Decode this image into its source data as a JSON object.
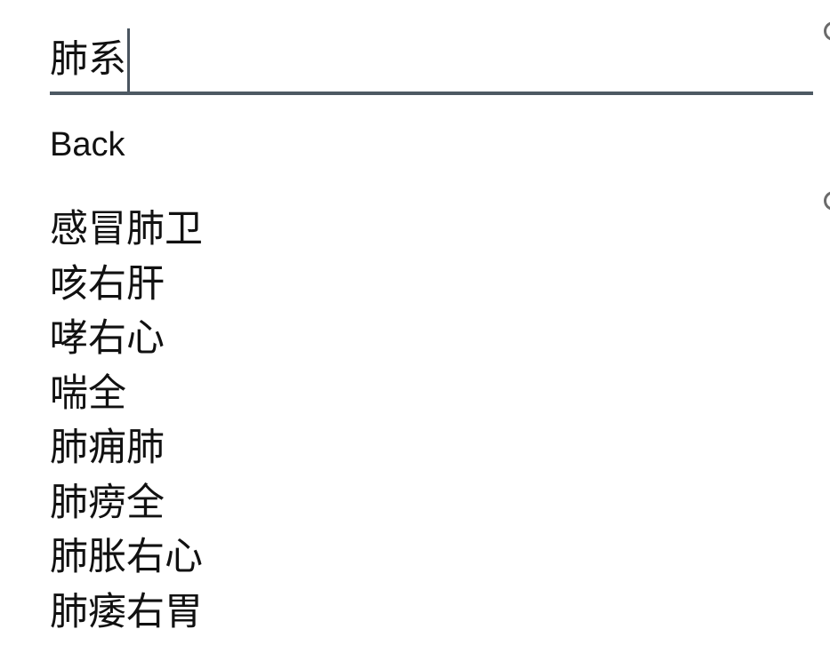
{
  "search": {
    "value": "肺系"
  },
  "back_label": "Back",
  "results": [
    "感冒肺卫",
    "咳右肝",
    "哮右心",
    "喘全",
    "肺痈肺",
    "肺痨全",
    "肺胀右心",
    "肺痿右胃"
  ],
  "colors": {
    "underline": "#4d5963",
    "caret": "#4a5560",
    "text": "#111111"
  },
  "icons": {
    "edge_marks": "clipped-circle-icon"
  }
}
